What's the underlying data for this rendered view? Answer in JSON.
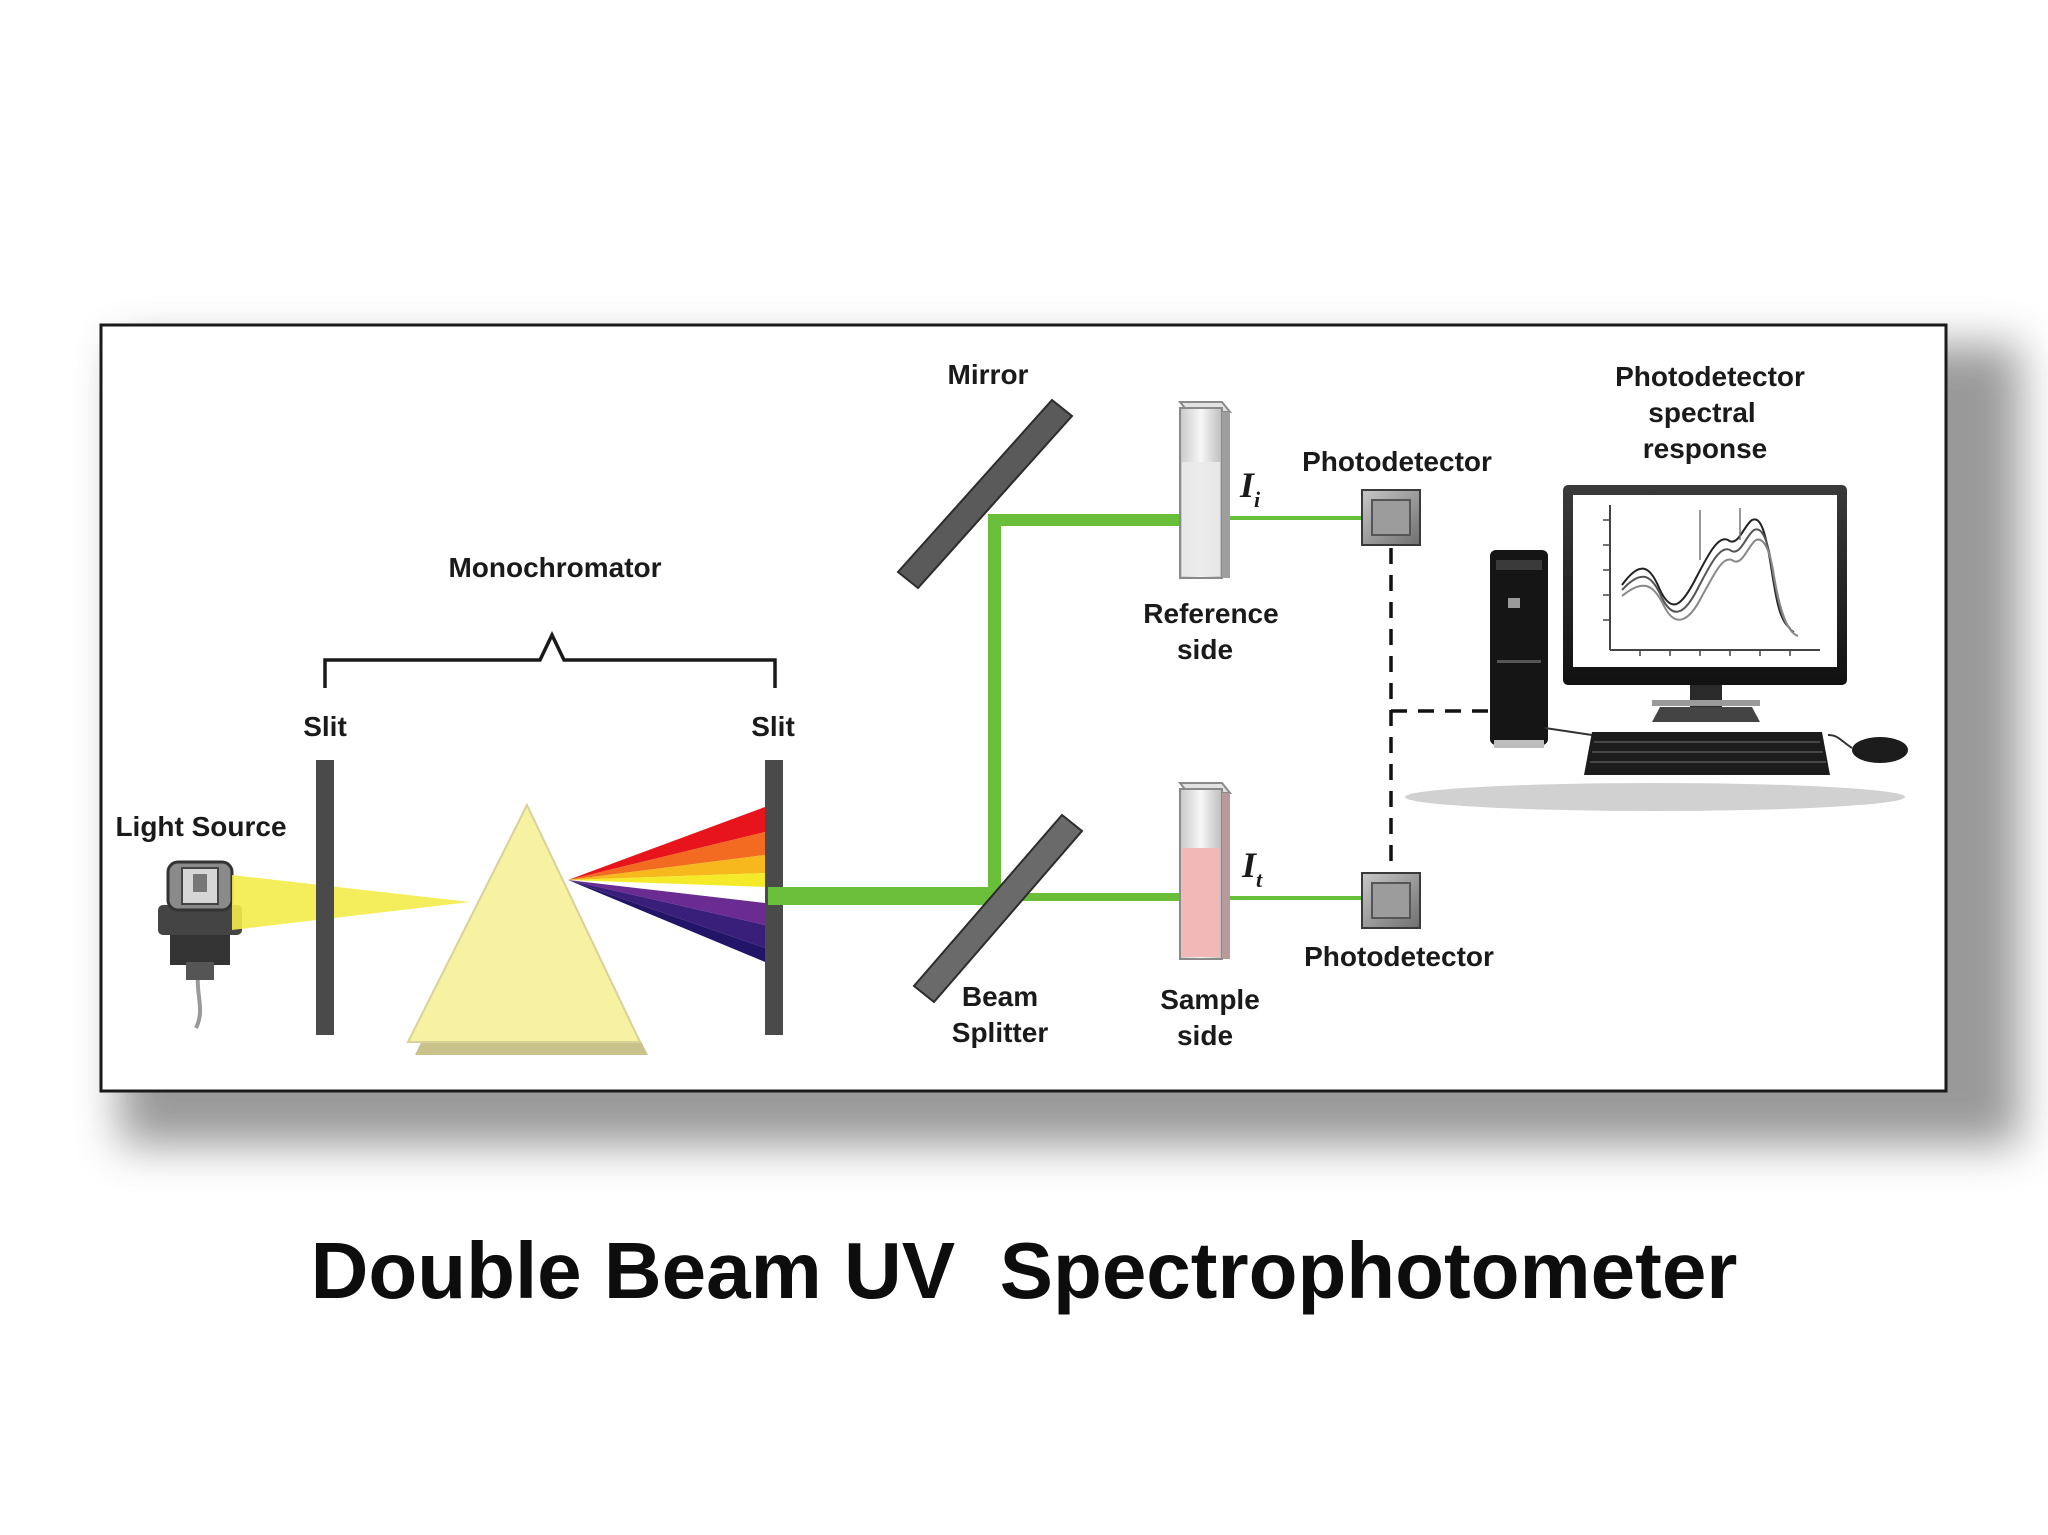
{
  "title": "Double Beam UV  Spectrophotometer",
  "diagram": {
    "labels": {
      "light_source": "Light Source",
      "slit_entrance": "Slit",
      "slit_exit": "Slit",
      "monochromator": "Monochromator",
      "mirror": "Mirror",
      "beam_splitter_line1": "Beam",
      "beam_splitter_line2": "Splitter",
      "reference_line1": "Reference",
      "reference_line2": "side",
      "sample_line1": "Sample",
      "sample_line2": "side",
      "photodetector_top": "Photodetector",
      "photodetector_bottom": "Photodetector",
      "response_line1": "Photodetector",
      "response_line2": "spectral",
      "response_line3": "response",
      "intensity_ref_letter": "I",
      "intensity_ref_sub": "i",
      "intensity_sample_letter": "I",
      "intensity_sample_sub": "t"
    },
    "colors": {
      "beam": "#6abf3a",
      "prism": "#f7f1a2",
      "prism_edge": "#c9c28a",
      "source_glow": "#f4ec4a",
      "spectrum": [
        "#e8141c",
        "#f26b21",
        "#f7b81e",
        "#f4ea2a",
        "#6a2c91",
        "#3a1f7a",
        "#221466"
      ],
      "mirror": "#5a5a5a",
      "reference_liquid": "#eaeaea",
      "sample_liquid": "#f2b7b7",
      "border": "#1a1a1a",
      "shadow": "#9a9a9a"
    },
    "icons": [
      "light-source-lamp-icon",
      "prism-icon",
      "desktop-computer-icon"
    ]
  }
}
